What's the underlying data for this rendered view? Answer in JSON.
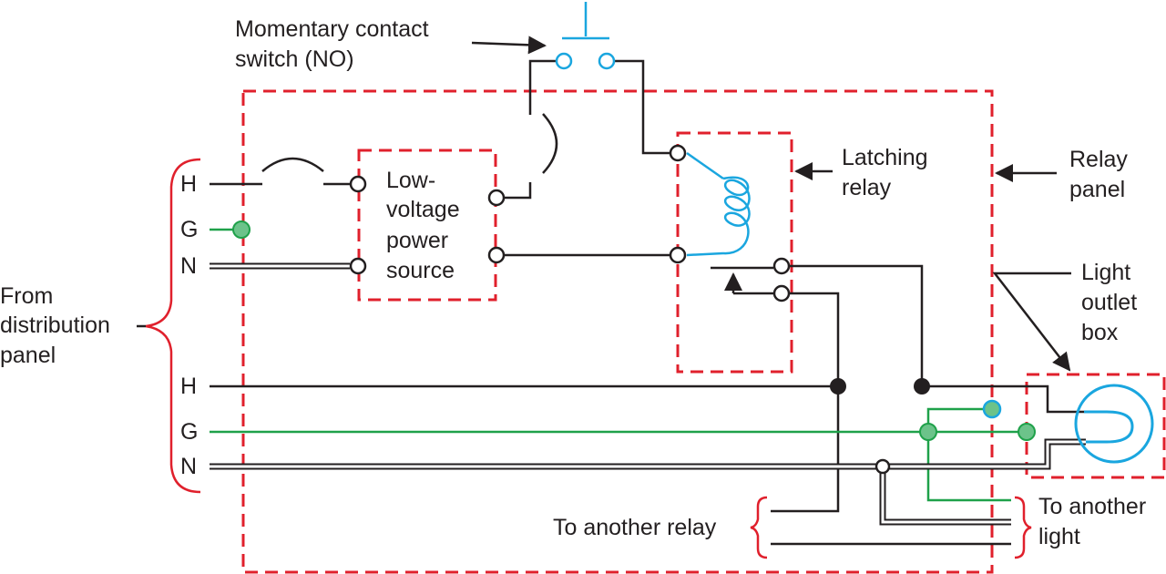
{
  "labels": {
    "momentary_line1": "Momentary contact",
    "momentary_line2": "switch (NO)",
    "latching_line1": "Latching",
    "latching_line2": "relay",
    "relay_panel_line1": "Relay",
    "relay_panel_line2": "panel",
    "power_line1": "Low-",
    "power_line2": "voltage",
    "power_line3": "power",
    "power_line4": "source",
    "from_line1": "From",
    "from_line2": "distribution",
    "from_line3": "panel",
    "light_box_line1": "Light",
    "light_box_line2": "outlet",
    "light_box_line3": "box",
    "to_relay": "To another relay",
    "to_light_line1": "To another",
    "to_light_line2": "light"
  },
  "terminals": {
    "hot_top": "H",
    "ground_top": "G",
    "neutral_top": "N",
    "hot_bottom": "H",
    "ground_bottom": "G",
    "neutral_bottom": "N"
  },
  "colors": {
    "enclosure": "#e0202c",
    "wire_hot": "#231f20",
    "wire_ground": "#1fa14a",
    "ground_node": "#6cc38a",
    "switch_and_coil": "#1aa6df",
    "text": "#231f20"
  }
}
